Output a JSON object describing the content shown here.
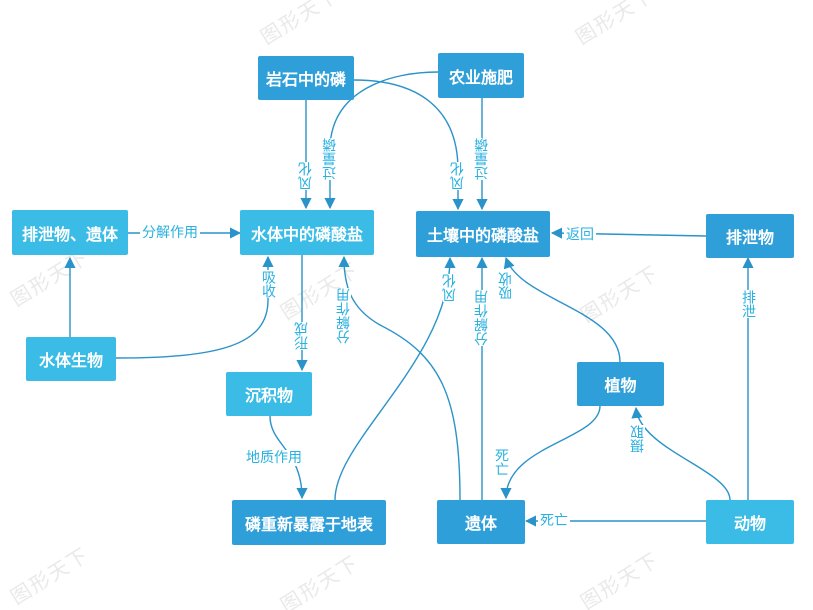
{
  "watermark": "图形天下",
  "nodes": {
    "rock": "岩石中的磷",
    "fertilizer": "农业施肥",
    "excreta_remains": "排泄物、遗体",
    "water_phosphate": "水体中的磷酸盐",
    "soil_phosphate": "土壤中的磷酸盐",
    "excreta": "排泄物",
    "aquatic_life": "水体生物",
    "sediment": "沉积物",
    "plants": "植物",
    "reexposed": "磷重新暴露于地表",
    "remains": "遗体",
    "animals": "动物"
  },
  "edge_labels": {
    "rock_weathering_water": "风化",
    "fertilizer_excess_water": "过量磷",
    "rock_weathering_soil": "风化",
    "fertilizer_excess_soil": "过量磷",
    "decomposition_water": "分解作用",
    "return": "返回",
    "excrete": "排泄",
    "absorb_water": "吸收",
    "form": "形成",
    "decomposition_remains_water": "分解作用",
    "geology": "地质作用",
    "weathering_exposed": "风化",
    "decomposition_soil": "分解作用",
    "absorb_soil": "吸收",
    "death_plants": "死亡",
    "uptake": "摄取",
    "death_animals": "死亡"
  }
}
